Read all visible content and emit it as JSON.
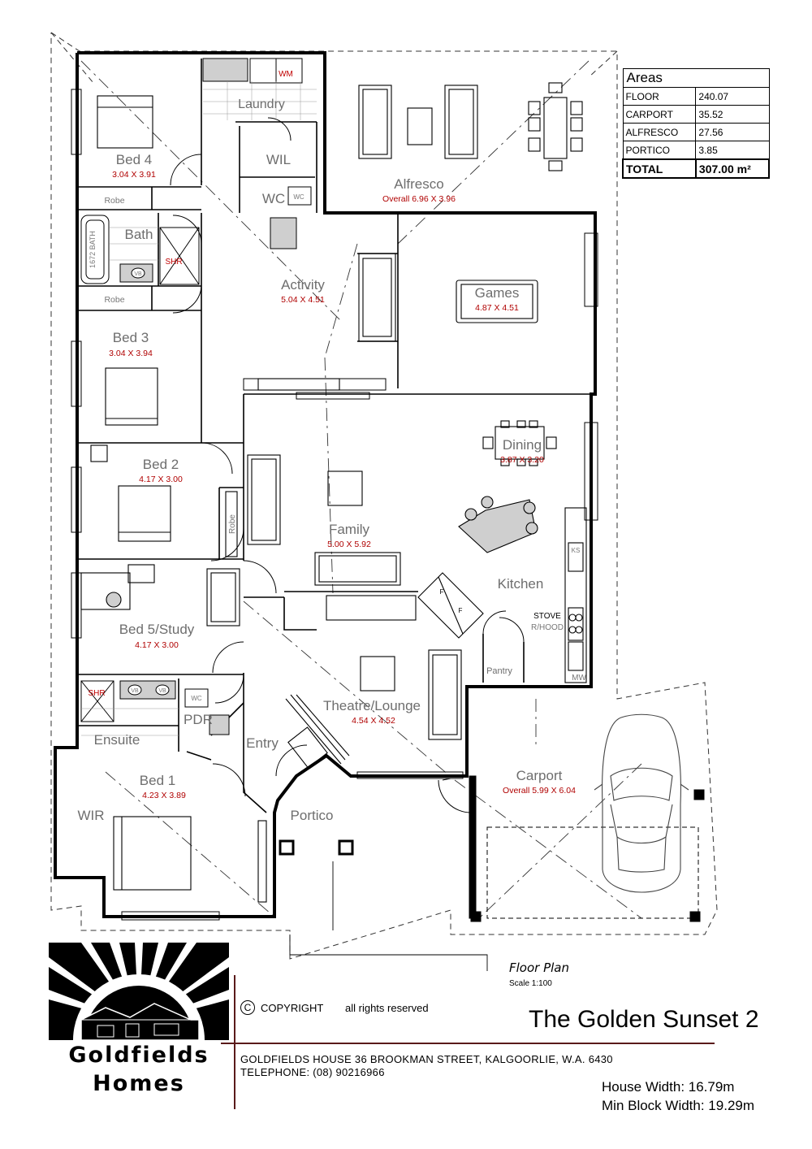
{
  "areas_table": {
    "header": "Areas",
    "rows": [
      {
        "label": "FLOOR",
        "value": "240.07"
      },
      {
        "label": "CARPORT",
        "value": "35.52"
      },
      {
        "label": "ALFRESCO",
        "value": "27.56"
      },
      {
        "label": "PORTICO",
        "value": "3.85"
      }
    ],
    "total_label": "TOTAL",
    "total_value": "307.00 m²"
  },
  "rooms": {
    "bed4": {
      "name": "Bed 4",
      "dims": "3.04 X 3.91"
    },
    "laundry": {
      "name": "Laundry"
    },
    "wil": {
      "name": "WIL"
    },
    "wc_upper": {
      "name": "WC"
    },
    "alfresco": {
      "name": "Alfresco",
      "dims": "Overall 6.96 X 3.96"
    },
    "bath": {
      "name": "Bath"
    },
    "activity": {
      "name": "Activity",
      "dims": "5.04 X 4.51"
    },
    "games": {
      "name": "Games",
      "dims": "4.87 X 4.51"
    },
    "bed3": {
      "name": "Bed 3",
      "dims": "3.04 X 3.94"
    },
    "dining": {
      "name": "Dining",
      "dims": "3.87 X 3.20"
    },
    "bed2": {
      "name": "Bed 2",
      "dims": "4.17 X 3.00"
    },
    "family": {
      "name": "Family",
      "dims": "5.00 X 5.92"
    },
    "kitchen": {
      "name": "Kitchen"
    },
    "bed5": {
      "name": "Bed 5/Study",
      "dims": "4.17 X 3.00"
    },
    "pantry": {
      "name": "Pantry"
    },
    "theatre": {
      "name": "Theatre/Lounge",
      "dims": "4.54 X 4.52"
    },
    "pdr": {
      "name": "PDR"
    },
    "ensuite": {
      "name": "Ensuite"
    },
    "entry": {
      "name": "Entry"
    },
    "bed1": {
      "name": "Bed 1",
      "dims": "4.23 X 3.89"
    },
    "wir": {
      "name": "WIR"
    },
    "portico": {
      "name": "Portico"
    },
    "carport": {
      "name": "Carport",
      "dims": "Overall  5.99 X 6.04"
    }
  },
  "fixtures": {
    "wm": "WM",
    "wc_bowl": "WC",
    "robe": "Robe",
    "bath_label": "1672 BATH",
    "vb": "VB",
    "shr": "SHR",
    "robe_vertical": "Robe",
    "ks": "KS",
    "stove": "STOVE",
    "rhood": "R/HOOD",
    "mw": "MW",
    "fridge": "F"
  },
  "title_block": {
    "plan_title": "Floor Plan",
    "scale": "Scale 1:100",
    "copyright_symbol": "C",
    "copyright": "COPYRIGHT",
    "rights": "all rights reserved",
    "design_name": "The Golden Sunset 2",
    "company_line1": "Goldfields",
    "company_line2": "Homes",
    "address": "GOLDFIELDS HOUSE 36 BROOKMAN STREET, KALGOORLIE, W.A. 6430",
    "telephone": "TELEPHONE: (08) 90216966",
    "house_width": "House Width: 16.79m",
    "min_block_width": "Min Block Width: 19.29m"
  },
  "colors": {
    "wall": "#000000",
    "room_label": "#6e6e6e",
    "dimension_text": "#b00000",
    "fixture_fill": "#c8c8c8",
    "rule": "#5a1a1a"
  }
}
